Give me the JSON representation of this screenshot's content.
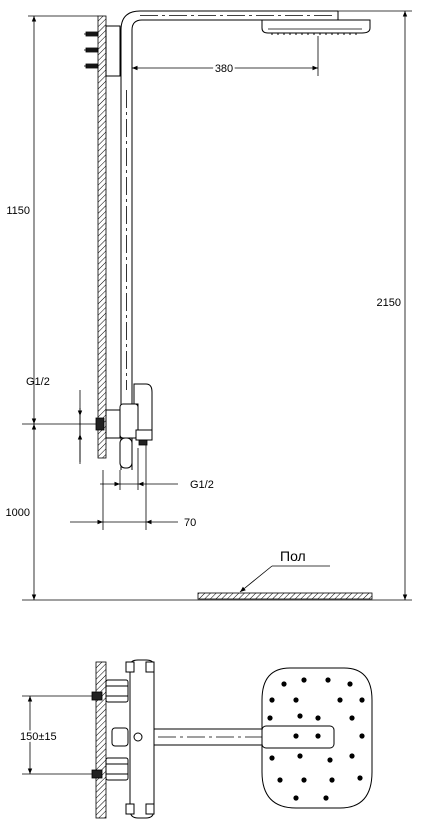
{
  "dimensions": {
    "arm_length": "380",
    "wall_to_floor_top": "1150",
    "total_height": "2150",
    "inlet_height": "1000",
    "wall_offset": "70",
    "inlet_thread_left": "G1/2",
    "inlet_thread_right": "G1/2",
    "inlet_spacing": "150±15"
  },
  "labels": {
    "floor": "Пол"
  }
}
